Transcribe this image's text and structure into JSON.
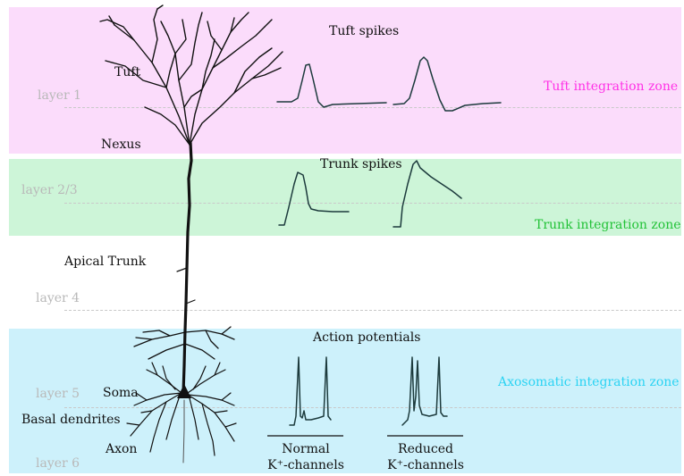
{
  "colors": {
    "tuft_zone_bg": "#fbdcfb",
    "trunk_zone_bg": "#cdf5d8",
    "axo_zone_bg": "#cdf1fb",
    "tuft_zone_text": "#ff33e6",
    "trunk_zone_text": "#22c237",
    "axo_zone_text": "#2bd3f3",
    "neuron": "#111111",
    "trace": "#1c3a3c"
  },
  "zones": {
    "tuft": "Tuft integration zone",
    "trunk": "Trunk integration zone",
    "axosomatic": "Axosomatic integration zone"
  },
  "layers": {
    "l1": "layer 1",
    "l23": "layer 2/3",
    "l4": "layer 4",
    "l5": "layer 5",
    "l6": "layer 6"
  },
  "neuron_labels": {
    "tuft": "Tuft",
    "nexus": "Nexus",
    "apical_trunk": "Apical Trunk",
    "soma": "Soma",
    "basal": "Basal dendrites",
    "axon": "Axon"
  },
  "traces": {
    "tuft_title": "Tuft spikes",
    "trunk_title": "Trunk spikes",
    "ap_title": "Action potentials",
    "normal_line1": "Normal",
    "normal_line2": "K⁺-channels",
    "reduced_line1": "Reduced",
    "reduced_line2": "K⁺-channels"
  }
}
